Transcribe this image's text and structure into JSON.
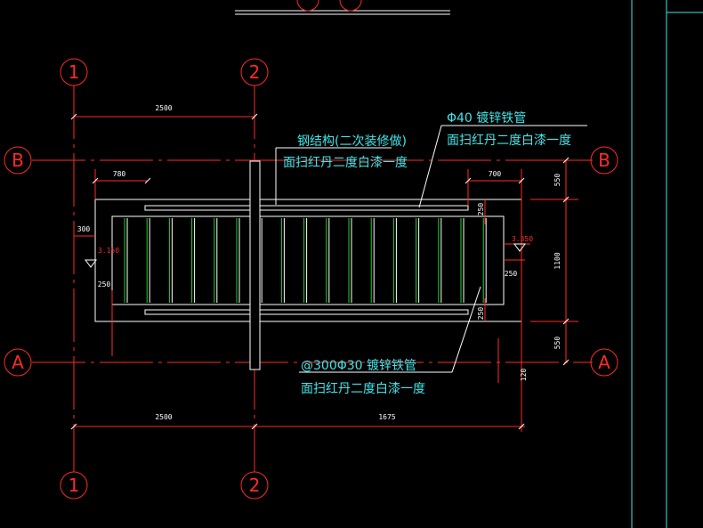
{
  "colors": {
    "background": "#000000",
    "axis_line": "#ff2a2a",
    "outline": "#ffffff",
    "green_bars": "#27d12b",
    "annotation": "#3fe6ea",
    "frame": "#3fe6ea"
  },
  "axes": {
    "vertical": [
      "1",
      "2"
    ],
    "horizontal": [
      "A",
      "B"
    ]
  },
  "dimensions": {
    "top_span": "2500",
    "bottom_left": "2500",
    "bottom_right": "1675",
    "left_offset": "780",
    "right_offset": "700",
    "left_300": "300",
    "left_250": "250",
    "mid_250_top": "250",
    "mid_250_right": "250",
    "mid_250_bottom": "250",
    "right_550_top": "550",
    "right_1100": "1100",
    "right_550_bottom": "550",
    "right_120": "120"
  },
  "levels": {
    "left": "3.150",
    "right": "3.350"
  },
  "annotations": {
    "steel_line1": "钢结构(二次装修做)",
    "steel_line2": "面扫红丹二度白漆一度",
    "pipe40_line1": "Φ40  镀锌铁管",
    "pipe40_line2": "面扫红丹二度白漆一度",
    "pipe30_line1": "@300Φ30    镀锌铁管",
    "pipe30_line2": "面扫红丹二度白漆一度"
  }
}
